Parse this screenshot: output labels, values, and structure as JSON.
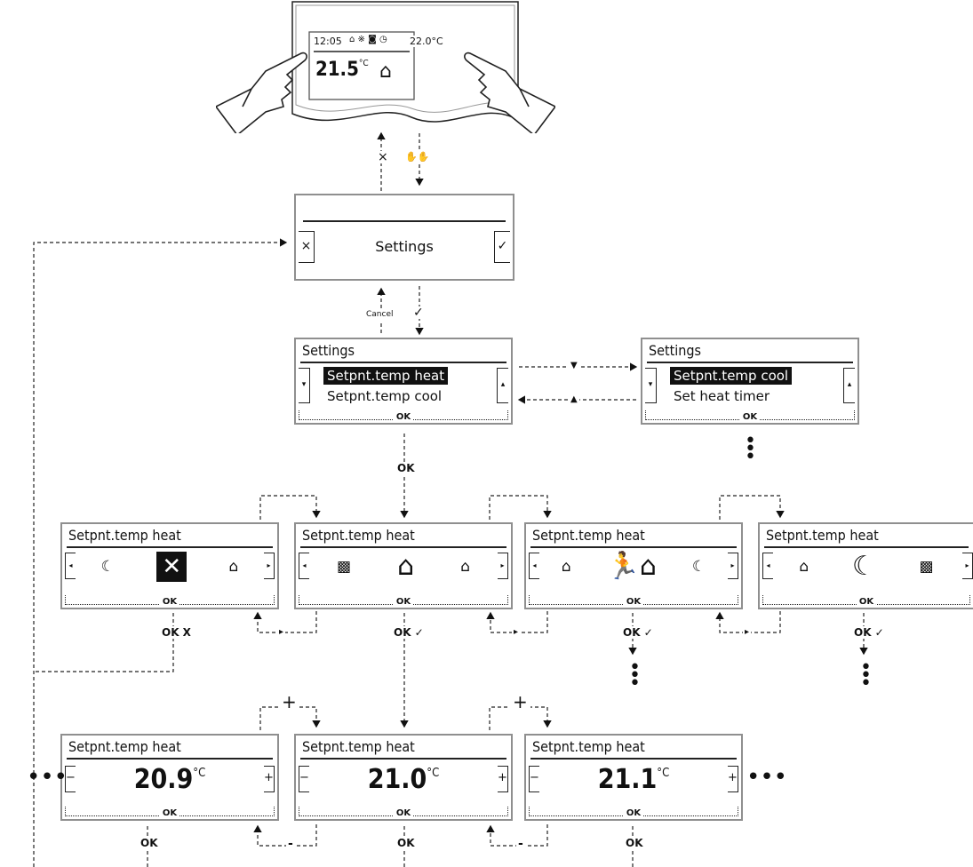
{
  "thermostat": {
    "time": "12:05",
    "status_icons": "⌂ ※ ◙ ◷",
    "setpoint": "22.0°C",
    "temperature": "21.5",
    "unit": "°C"
  },
  "nav": {
    "to_thermostat": "×",
    "to_settings": "✋✋"
  },
  "settings_screen": {
    "cancel_icon": "×",
    "label": "Settings",
    "confirm_icon": "✓",
    "cancel_link": "Cancel",
    "confirm_link": "✓"
  },
  "menu": [
    {
      "title": "Settings",
      "selected": "Setpnt.temp heat",
      "next": "Setpnt.temp cool",
      "ok": "OK"
    },
    {
      "title": "Settings",
      "selected": "Setpnt.temp cool",
      "next": "Set heat timer",
      "ok": "OK"
    }
  ],
  "menu_links": {
    "next": "▼",
    "prev": "▲",
    "enter": "OK"
  },
  "modes": [
    {
      "title": "Setpnt.temp heat",
      "icons": [
        "☾",
        "✕",
        "⌂"
      ],
      "selected": 1,
      "ok": "OK",
      "action": "OK X"
    },
    {
      "title": "Setpnt.temp heat",
      "icons": [
        "▩",
        "⌂",
        "⌂"
      ],
      "selected": 1,
      "ok": "OK",
      "action": "OK ✓"
    },
    {
      "title": "Setpnt.temp heat",
      "icons": [
        "⌂",
        "🏃⌂",
        "☾"
      ],
      "selected": 1,
      "ok": "OK",
      "action": "OK ✓"
    },
    {
      "title": "Setpnt.temp heat",
      "icons": [
        "⌂",
        "☾",
        "▩"
      ],
      "selected": 1,
      "ok": "OK",
      "action": "OK ✓"
    }
  ],
  "temps": [
    {
      "title": "Setpnt.temp heat",
      "value": "20.9",
      "unit": "°C",
      "ok": "OK",
      "action": "OK"
    },
    {
      "title": "Setpnt.temp heat",
      "value": "21.0",
      "unit": "°C",
      "ok": "OK",
      "action": "OK"
    },
    {
      "title": "Setpnt.temp heat",
      "value": "21.1",
      "unit": "°C",
      "ok": "OK",
      "action": "OK"
    }
  ],
  "buttons": {
    "minus": "−",
    "plus": "+",
    "left": "◂",
    "right": "▸",
    "down": "▾",
    "up": "▴"
  },
  "links": {
    "plus": "+",
    "minus": "-",
    "mode_link": "▸",
    "ellipsis": "•••"
  }
}
